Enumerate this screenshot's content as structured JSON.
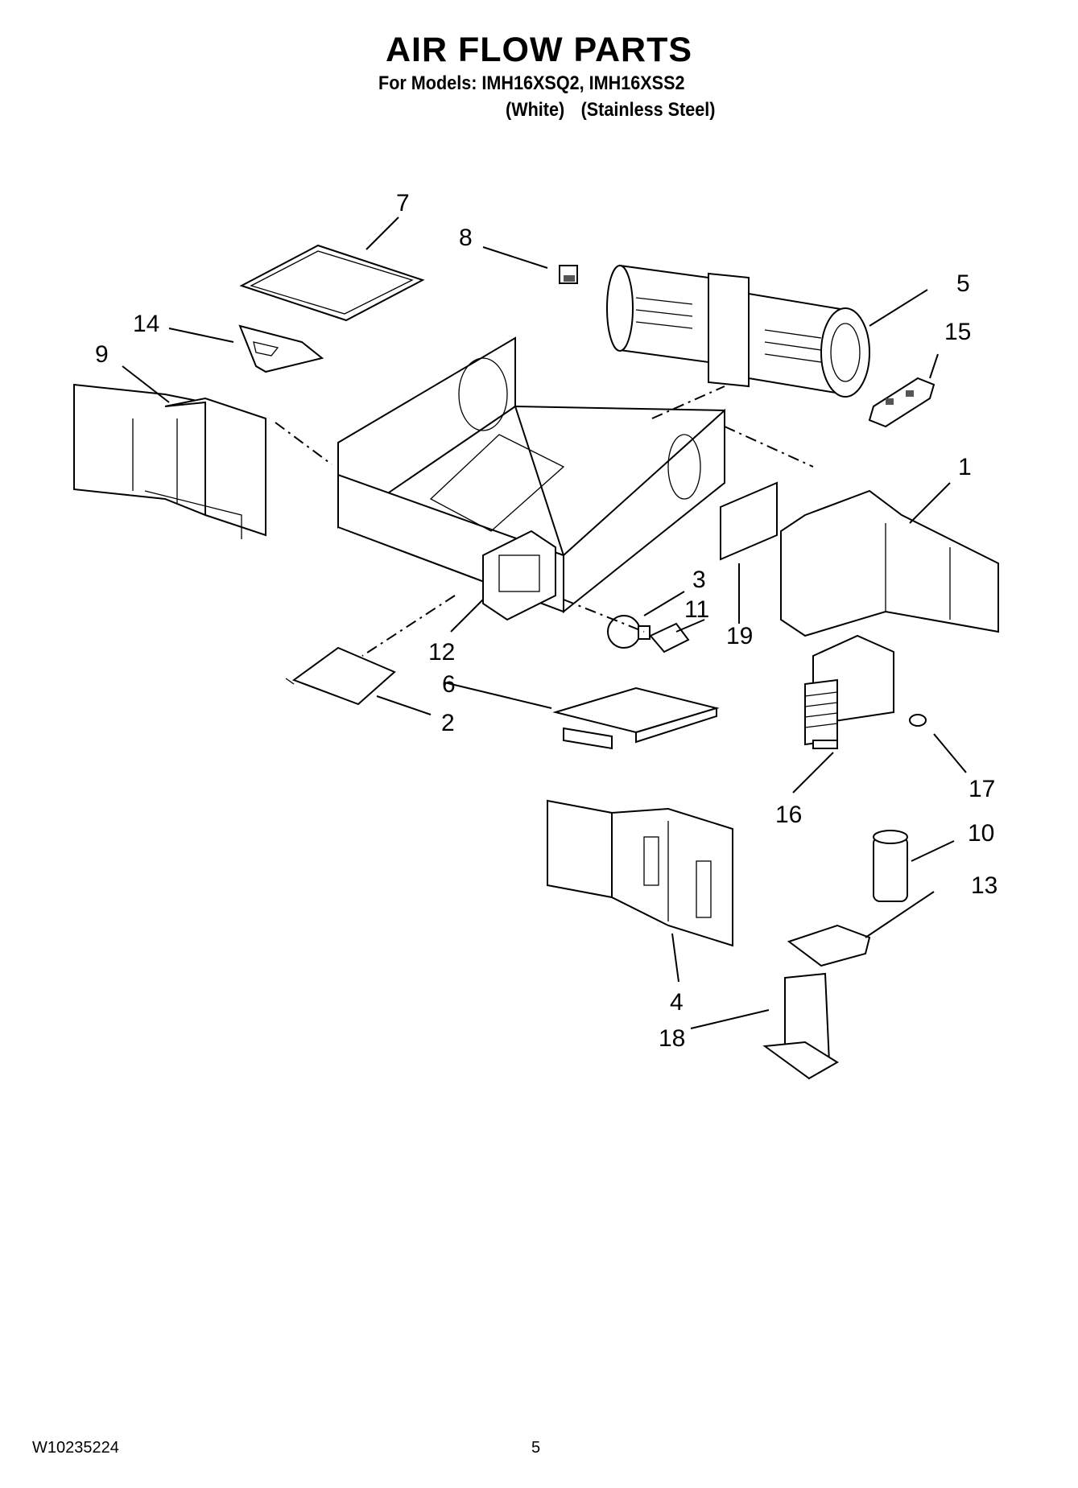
{
  "header": {
    "title": "AIR FLOW PARTS",
    "models": "For Models: IMH16XSQ2, IMH16XSS2",
    "finish_white": "(White)",
    "finish_steel": "(Stainless Steel)"
  },
  "callouts": {
    "c1": "1",
    "c2": "2",
    "c3": "3",
    "c4": "4",
    "c5": "5",
    "c6": "6",
    "c7": "7",
    "c8": "8",
    "c9": "9",
    "c10": "10",
    "c11": "11",
    "c12": "12",
    "c13": "13",
    "c14": "14",
    "c15": "15",
    "c16": "16",
    "c17": "17",
    "c18": "18",
    "c19": "19"
  },
  "footer": {
    "doc_number": "W10235224",
    "page_number": "5"
  }
}
